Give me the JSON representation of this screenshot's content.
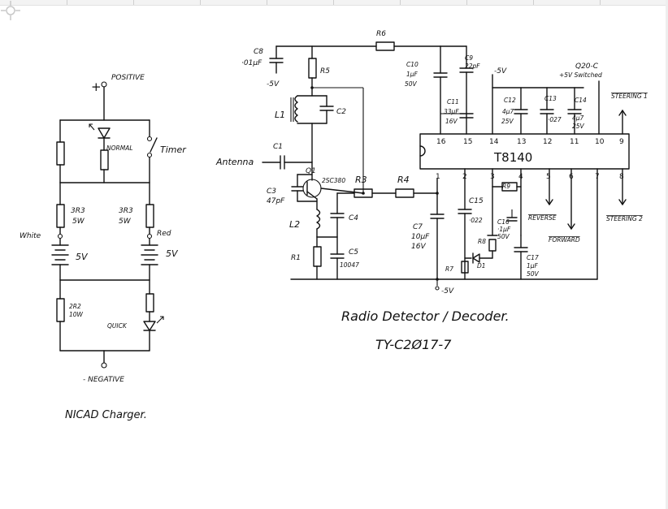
{
  "nicad": {
    "positive": "POSITIVE",
    "plus": "+",
    "normal": "NORMAL",
    "timer": "Timer",
    "r_white": "3R3",
    "r_white_w": "5W",
    "r_red": "3R3",
    "r_red_w": "5W",
    "white": "White",
    "red": "Red",
    "bat_white_v": "5V",
    "bat_red_v": "5V",
    "r_2r2": "2R2",
    "r_10w": "10W",
    "quick": "QUICK",
    "negative": "- NEGATIVE",
    "caption": "NICAD Charger."
  },
  "radio": {
    "r6": "R6",
    "c8": "C8",
    "c8_val": "·01µF",
    "minus5v_a": "-5V",
    "r5": "R5",
    "l1": "L1",
    "c2": "C2",
    "c1": "C1",
    "antenna": "Antenna",
    "c3": "C3",
    "c3_val": "47pF",
    "q1": "Q1",
    "q1_part": "2SC380",
    "r3": "R3",
    "r4": "R4",
    "l2": "L2",
    "c4": "C4",
    "r1": "R1",
    "c5": "C5",
    "c5_val": "10047",
    "c10": "C10",
    "c10_val": "1µF",
    "c10_v": "50V",
    "c9": "C9",
    "c9_val": "22pF",
    "c11": "C11",
    "c11_val": "33µF",
    "c11_v": "16V",
    "minus5v_b": "-5V",
    "c12": "C12",
    "c12_val": "4µ7",
    "c12_v": "25V",
    "c13": "C13",
    "c13_val": "·027",
    "c14": "C14",
    "c14_val": "4µ7",
    "c14_v": "25V",
    "q20": "Q20-C",
    "sw5v": "+5V Switched",
    "steering1": "STEERING 1",
    "steering2": "STEERING 2",
    "ic": "T8140",
    "pins_top": [
      "16",
      "15",
      "14",
      "13",
      "12",
      "11",
      "10",
      "9"
    ],
    "pins_bottom": [
      "1",
      "2",
      "3",
      "4",
      "5",
      "6",
      "7",
      "8"
    ],
    "c15": "C15",
    "c15_val": "·022",
    "r9": "R9",
    "c16": "C16",
    "c16_val": "·1µF",
    "c16_v": "50V",
    "reverse": "REVERSE",
    "forward": "FORWARD",
    "c7": "C7",
    "c7_val": "10µF",
    "c7_v": "16V",
    "r8": "R8",
    "c17": "C17",
    "c17_val": "1µF",
    "c17_v": "50V",
    "r7": "R7",
    "d1": "D1",
    "minus5v_c": "-5V",
    "caption": "Radio Detector / Decoder.",
    "part_no": "TY-C2Ø17-7"
  },
  "icons": [
    "zoom-crosshair-icon"
  ]
}
